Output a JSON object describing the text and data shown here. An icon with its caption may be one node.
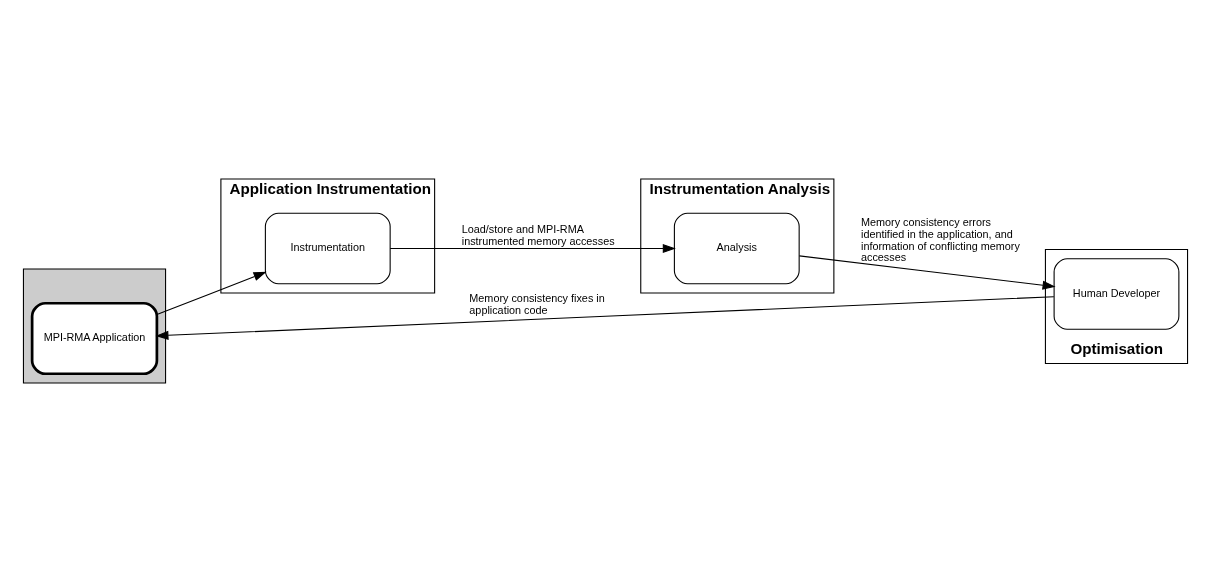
{
  "diagram": {
    "nodes": [
      {
        "text": [],
        "shape": "bar"
      },
      {
        "text": [
          "MPI-RMA Application"
        ],
        "in": 0
      },
      {
        "text": [
          "Application Instrumentation"
        ]
      },
      {
        "text": [
          "Instrumentation"
        ],
        "in": 2
      },
      {
        "text": [
          "Instrumentation Analysis"
        ]
      },
      {
        "text": [
          "Analysis"
        ],
        "in": 4
      },
      {
        "text": [
          "Optimisation"
        ]
      },
      {
        "text": [
          "Human Developer"
        ],
        "in": 6
      }
    ],
    "edges": [
      {
        "from": 1,
        "to": 3,
        "arrow": "to"
      },
      {
        "from": 3,
        "to": 5,
        "arrow": "to",
        "label": "Load/store and MPI-RMA instrumented memory accesses"
      },
      {
        "from": 5,
        "to": 7,
        "arrow": "to",
        "label": "Memory consistency errors identified in the application, and information of conflicting memory accesses"
      },
      {
        "from": 7,
        "to": 1,
        "arrow": "to",
        "label": "Memory consistency fixes in application code"
      }
    ]
  }
}
